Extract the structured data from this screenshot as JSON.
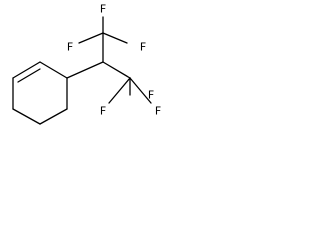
{
  "molecule": {
    "atoms": [
      {
        "id": "f1",
        "symbol": "F"
      },
      {
        "id": "f2",
        "symbol": "F"
      },
      {
        "id": "f3",
        "symbol": "F"
      },
      {
        "id": "f4",
        "symbol": "F"
      },
      {
        "id": "f5",
        "symbol": "F"
      },
      {
        "id": "f6",
        "symbol": "F"
      }
    ]
  }
}
